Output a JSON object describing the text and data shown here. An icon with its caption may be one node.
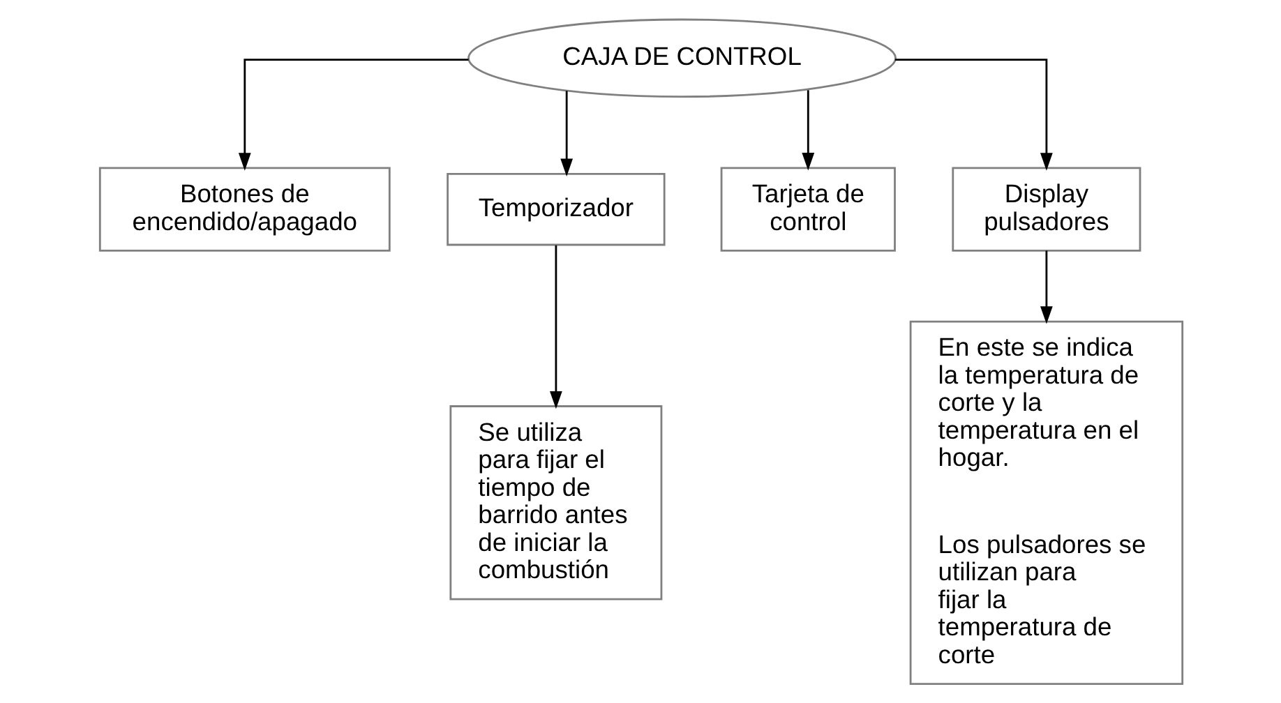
{
  "diagram": {
    "nodes": [
      {
        "text": [
          "CAJA DE CONTROL"
        ]
      },
      {
        "text": [
          "Botones de encendido/apagado"
        ]
      },
      {
        "text": [
          "Temporizador"
        ]
      },
      {
        "text": [
          "Tarjeta de control"
        ]
      },
      {
        "text": [
          "Display pulsadores"
        ]
      },
      {
        "text": [
          "Se utiliza para fijar el tiempo de barrido antes de iniciar la combustión"
        ]
      },
      {
        "text": [
          "En este se indica la temperatura de corte y la temperatura en el hogar.",
          "Los pulsadores se utilizan para fijar la temperatura de corte"
        ]
      }
    ],
    "edges": [
      {
        "from": 0,
        "to": 1,
        "arrow": "to"
      },
      {
        "from": 0,
        "to": 2,
        "arrow": "to"
      },
      {
        "from": 0,
        "to": 3,
        "arrow": "to"
      },
      {
        "from": 0,
        "to": 4,
        "arrow": "to"
      },
      {
        "from": 2,
        "to": 5,
        "arrow": "to"
      },
      {
        "from": 4,
        "to": 6,
        "arrow": "to"
      }
    ]
  }
}
